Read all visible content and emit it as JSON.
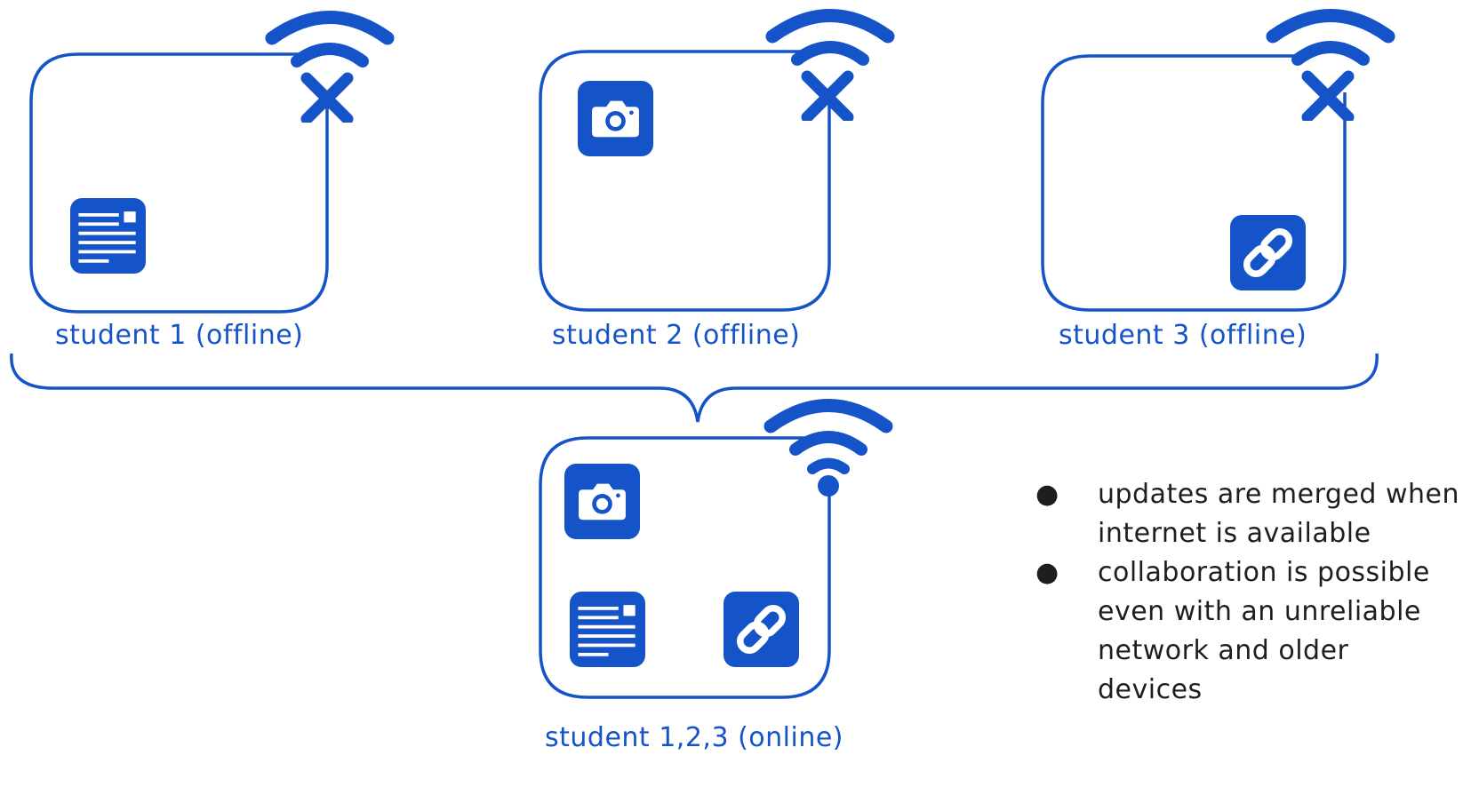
{
  "colors": {
    "accent": "#1553c8",
    "text": "#1e1e1e",
    "background": "#ffffff"
  },
  "devices": [
    {
      "label": "student 1 (offline)",
      "connection": "offline",
      "items": [
        "document-icon"
      ]
    },
    {
      "label": "student 2 (offline)",
      "connection": "offline",
      "items": [
        "camera-icon"
      ]
    },
    {
      "label": "student 3 (offline)",
      "connection": "offline",
      "items": [
        "link-icon"
      ]
    },
    {
      "label": "student 1,2,3 (online)",
      "connection": "online",
      "items": [
        "camera-icon",
        "document-icon",
        "link-icon"
      ]
    }
  ],
  "notes": {
    "bullet_glyph": "●",
    "items": [
      "updates are merged when internet is available",
      "collaboration is possible even with an unreliable network and older devices"
    ]
  }
}
